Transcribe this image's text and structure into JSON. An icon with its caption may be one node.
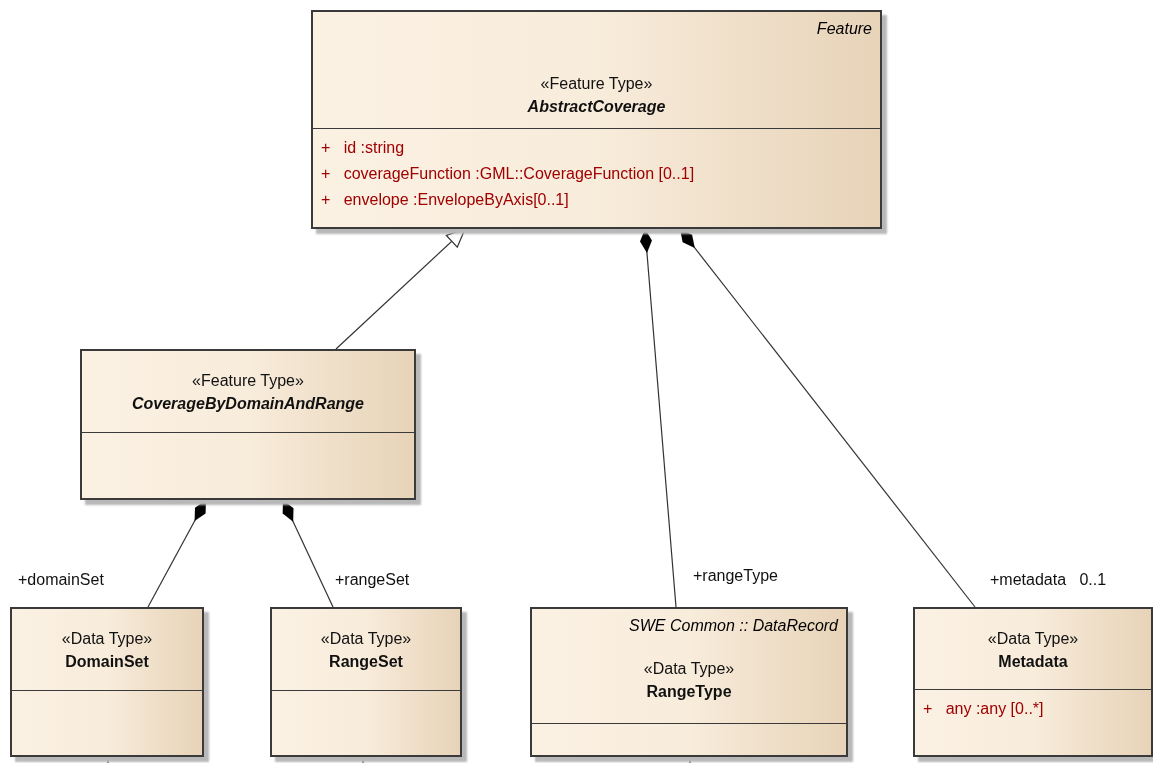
{
  "diagram": {
    "nodes": [
      {
        "text": [
          "Feature",
          "«Feature Type»",
          "AbstractCoverage",
          "+ id :string",
          "+ coverageFunction :GML::CoverageFunction [0..1]",
          "+ envelope :EnvelopeByAxis[0..1]"
        ]
      },
      {
        "text": [
          "«Feature Type»",
          "CoverageByDomainAndRange"
        ]
      },
      {
        "text": [
          "«Data Type»",
          "DomainSet"
        ]
      },
      {
        "text": [
          "«Data Type»",
          "RangeSet"
        ]
      },
      {
        "text": [
          "SWE Common :: DataRecord",
          "«Data Type»",
          "RangeType"
        ]
      },
      {
        "text": [
          "«Data Type»",
          "Metadata",
          "+ any :any [0..*]"
        ]
      }
    ],
    "edges": [
      {
        "from": 1,
        "to": 0,
        "arrow": "to"
      },
      {
        "from": 1,
        "to": 2,
        "arrow": "other",
        "label": "+domainSet"
      },
      {
        "from": 1,
        "to": 3,
        "arrow": "other",
        "label": "+rangeSet"
      },
      {
        "from": 0,
        "to": 4,
        "arrow": "other",
        "label": "+rangeType"
      },
      {
        "from": 0,
        "to": 5,
        "arrow": "other",
        "label": "+metadata 0..1"
      },
      {
        "from": 2,
        "to": null,
        "arrow": "none"
      },
      {
        "from": 3,
        "to": null,
        "arrow": "none"
      },
      {
        "from": 4,
        "to": null,
        "arrow": "none"
      }
    ]
  }
}
